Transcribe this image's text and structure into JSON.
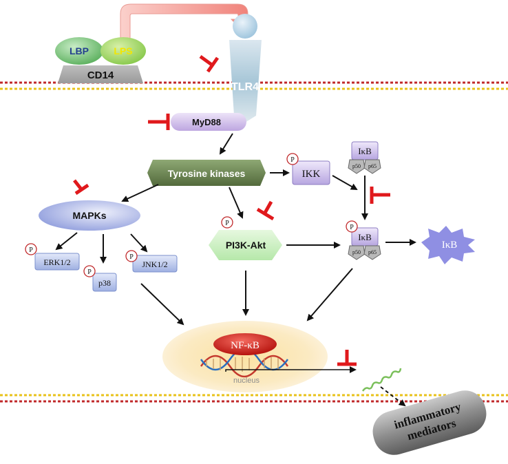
{
  "membrane": {
    "color_red": "#c0282a",
    "color_yellow": "#e8c21a"
  },
  "receptor": {
    "lbp": "LBP",
    "lps": "LPS",
    "cd14": "CD14",
    "tlr4": "TLR4",
    "myd88": "MyD88"
  },
  "kinases": {
    "tyrosine": "Tyrosine kinases",
    "ikk": "IKK",
    "mapks": "MAPKs",
    "erk": "ERK1/2",
    "p38": "p38",
    "jnk": "JNK1/2",
    "pi3k": "PI3K-Akt",
    "phospho": "P"
  },
  "nfkb_complex": {
    "ikb": "IκB",
    "p50": "p50",
    "p65": "p65",
    "ikb_released": "IκB"
  },
  "nucleus": {
    "nfkb": "NF-κB",
    "label": "nucleus"
  },
  "output": {
    "line1": "inflammatory",
    "line2": "mediators"
  },
  "colors": {
    "inhibitor": "#e0191c",
    "arrow": "#111111",
    "lbp_green": "#7cc47e",
    "lps_green": "#a6d86a",
    "lps_text": "#f2e600",
    "tyrosine_green": "#6b8550",
    "pi3k_green": "#c9efc1",
    "kinase_blue": "#aab7e6",
    "purple": "#c6b6e6",
    "nucleus_yellow": "#f8d98c",
    "nfkb_red": "#c8150f"
  }
}
